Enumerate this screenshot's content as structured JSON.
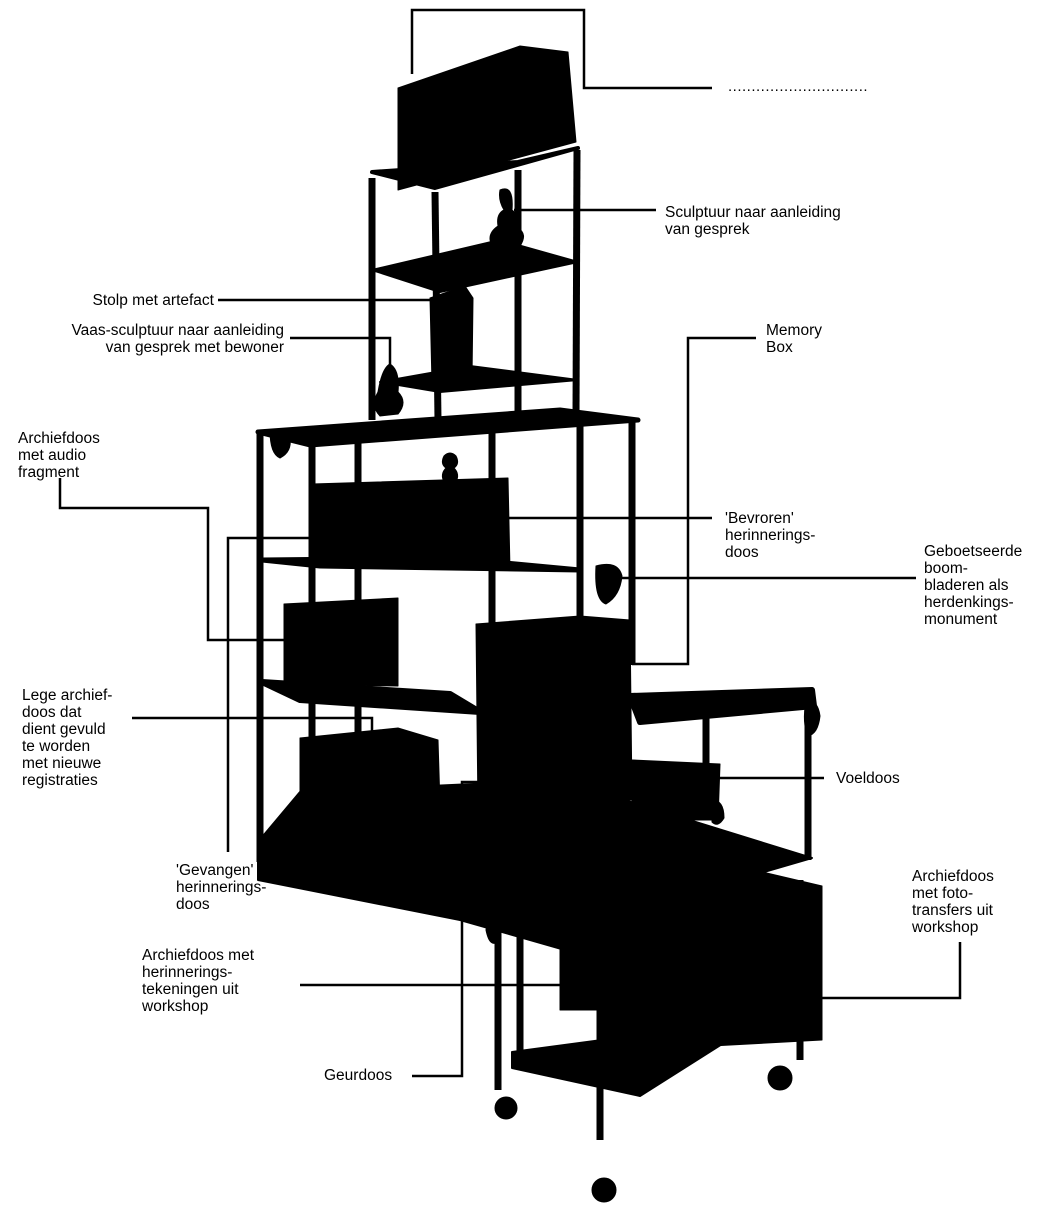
{
  "colors": {
    "silhouette": "#000000",
    "background": "#ffffff",
    "lines": "#000000"
  },
  "labels": {
    "top_blank": "..............................",
    "sculpture": "Sculptuur naar aanleiding\nvan gesprek",
    "bell_jar": "Stolp met artefact",
    "vase_sculpture": "Vaas-sculptuur naar aanleiding\nvan gesprek met bewoner",
    "memory_box": "Memory\nBox",
    "archive_audio": "Archiefdoos\nmet audio\nfragment",
    "frozen_box": "'Bevroren'\nherinnerings-\ndoos",
    "leaves_monument": "Geboetseerde\nboom-\nbladeren als\nherdenkings-\nmonument",
    "empty_archive": "Lege archief-\ndoos dat\ndient gevuld\nte worden\nmet nieuwe\nregistraties",
    "feel_box": "Voeldoos",
    "captured_box": "'Gevangen'\nherinnerings-\ndoos",
    "photo_archive": "Archiefdoos\nmet foto-\ntransfers uit\nworkshop",
    "drawings_archive": "Archiefdoos met\nherinnerings-\ntekeningen uit\nworkshop",
    "smell_box": "Geurdoos"
  }
}
